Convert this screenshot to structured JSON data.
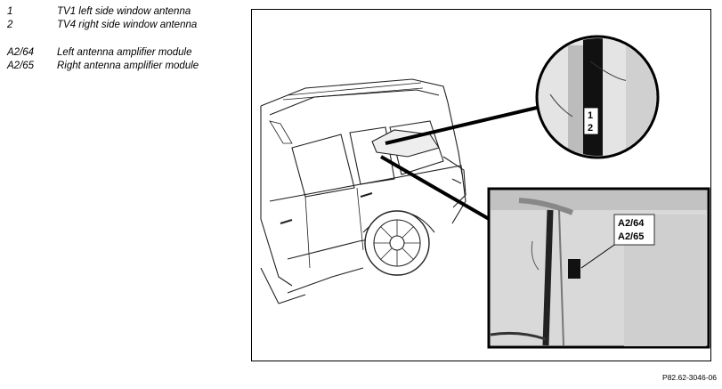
{
  "legend": {
    "items": [
      {
        "key": "1",
        "desc": "TV1 left side window antenna"
      },
      {
        "key": "2",
        "desc": "TV4 right side window antenna"
      },
      {
        "key": "A2/64",
        "desc": "Left antenna amplifier module"
      },
      {
        "key": "A2/65",
        "desc": "Right antenna amplifier module"
      }
    ]
  },
  "figure": {
    "callout_top": [
      "1",
      "2"
    ],
    "callout_bottom": [
      "A2/64",
      "A2/65"
    ]
  },
  "footer": {
    "code": "P82.62-3046-06"
  }
}
